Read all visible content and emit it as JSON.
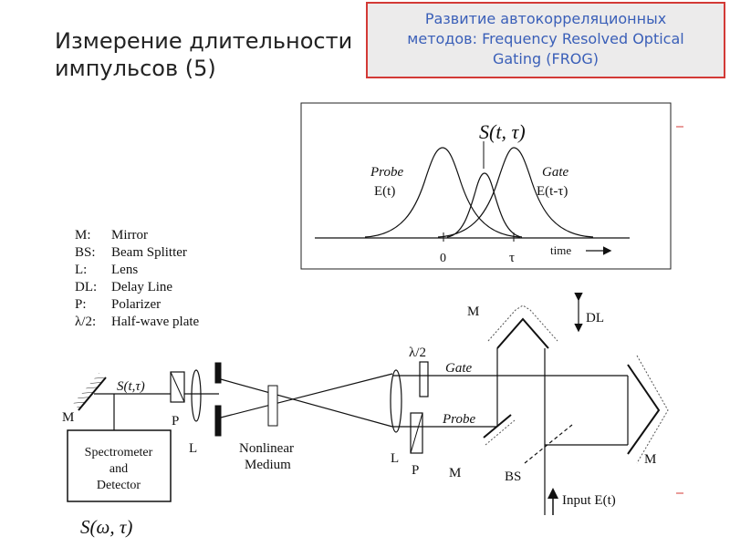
{
  "slide": {
    "title_line1": "Измерение длительности",
    "title_line2": "импульсов (5)"
  },
  "callout": {
    "line1": "Развитие автокорреляционных",
    "line2": "методов: Frequency Resolved Optical",
    "line3": "Gating (FROG)"
  },
  "pulse_plot": {
    "signal_label": "S(t, τ)",
    "probe_label": "Probe",
    "probe_field": "E(t)",
    "gate_label": "Gate",
    "gate_field": "E(t-τ)",
    "tick_zero": "0",
    "tick_tau": "τ",
    "axis_label": "time"
  },
  "legend": [
    {
      "key": "M:",
      "value": "Mirror"
    },
    {
      "key": "BS:",
      "value": "Beam Splitter"
    },
    {
      "key": "L:",
      "value": "Lens"
    },
    {
      "key": "DL:",
      "value": "Delay Line"
    },
    {
      "key": "P:",
      "value": "Polarizer"
    },
    {
      "key": "λ/2:",
      "value": "Half-wave plate"
    }
  ],
  "setup": {
    "mirror_left": "M",
    "signal_beam": "S(t,τ)",
    "polarizer_left": "P",
    "lens_left": "L",
    "medium_line1": "Nonlinear",
    "medium_line2": "Medium",
    "lens_right": "L",
    "half_wave": "λ/2",
    "gate_beam": "Gate",
    "probe_beam": "Probe",
    "polarizer_right": "P",
    "mirror_bottom": "M",
    "beam_splitter": "BS",
    "mirror_top": "M",
    "delay_line": "DL",
    "mirror_right": "M",
    "input_label": "Input E(t)",
    "detector_line1": "Spectrometer",
    "detector_line2": "and",
    "detector_line3": "Detector",
    "spectrum_label": "S(ω, τ)"
  }
}
